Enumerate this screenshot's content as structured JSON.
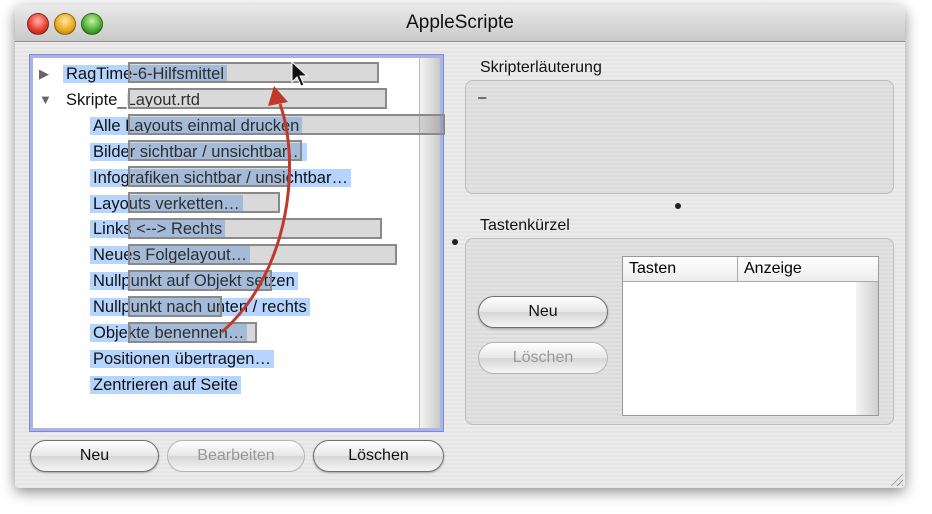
{
  "window": {
    "title": "AppleScripte"
  },
  "tree": {
    "items": [
      {
        "label": "RagTime-6-Hilfsmittel",
        "level": 0,
        "expanded": false
      },
      {
        "label": "Skripte_Layout.rtd",
        "level": 0,
        "expanded": true
      },
      {
        "label": "Alle Layouts einmal drucken",
        "level": 1
      },
      {
        "label": "Bilder sichtbar / unsichtbar…",
        "level": 1
      },
      {
        "label": "Infografiken sichtbar / unsichtbar…",
        "level": 1
      },
      {
        "label": "Layouts verketten…",
        "level": 1
      },
      {
        "label": "Links <--> Rechts",
        "level": 1
      },
      {
        "label": "Neues Folgelayout…",
        "level": 1
      },
      {
        "label": "Nullpunkt auf Objekt setzen",
        "level": 1
      },
      {
        "label": "Nullpunkt nach unten / rechts",
        "level": 1
      },
      {
        "label": "Objekte benennen…",
        "level": 1
      },
      {
        "label": "Positionen übertragen…",
        "level": 1
      },
      {
        "label": "Zentrieren auf Seite",
        "level": 1
      }
    ],
    "icons": {
      "collapsed": "▶",
      "expanded": "▼"
    }
  },
  "left_buttons": {
    "new": "Neu",
    "edit": "Bearbeiten",
    "delete": "Löschen"
  },
  "description": {
    "label": "Skripterläuterung",
    "text": "–"
  },
  "shortcuts": {
    "label": "Tastenkürzel",
    "new": "Neu",
    "delete": "Löschen",
    "columns": [
      "Tasten",
      "Anzeige"
    ]
  },
  "colors": {
    "selection": "#b5d5ff",
    "arrow": "#c0392b"
  }
}
